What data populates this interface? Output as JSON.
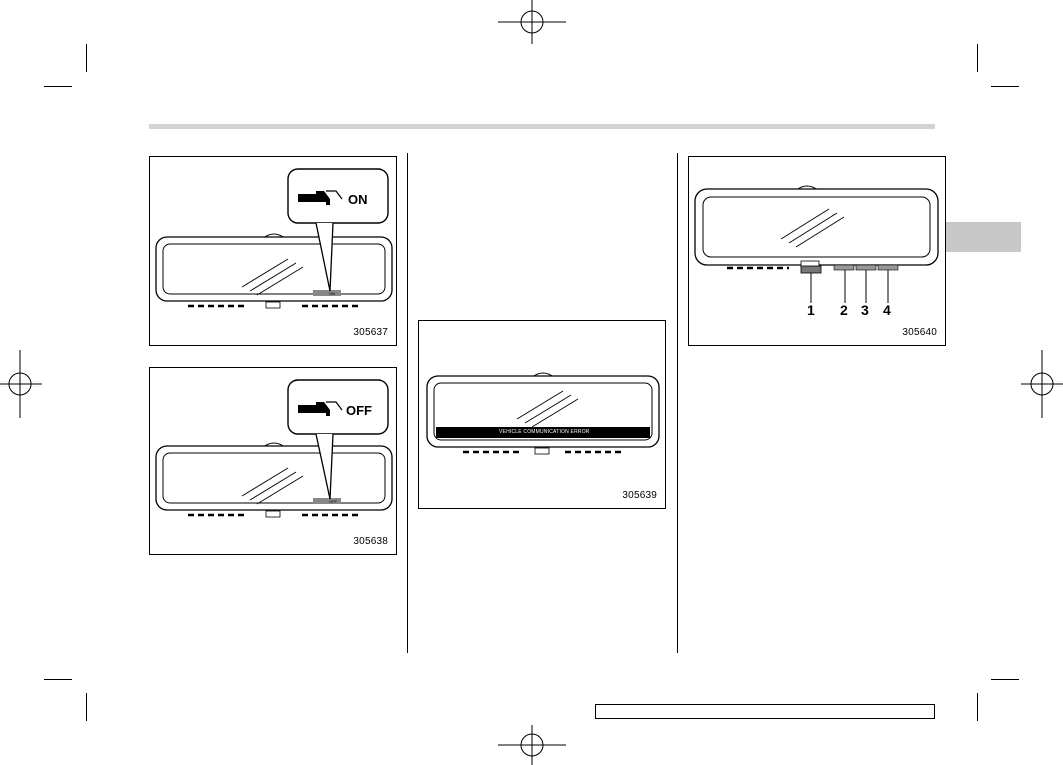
{
  "figures": {
    "fig1": {
      "id": "305637",
      "callout": "ON",
      "tiny": "ON"
    },
    "fig2": {
      "id": "305638",
      "callout": "OFF",
      "tiny": "OFF"
    },
    "fig3": {
      "id": "305639",
      "message": "VEHICLE COMMUNICATION ERROR"
    },
    "fig4": {
      "id": "305640",
      "numbers": [
        "1",
        "2",
        "3",
        "4"
      ]
    }
  }
}
